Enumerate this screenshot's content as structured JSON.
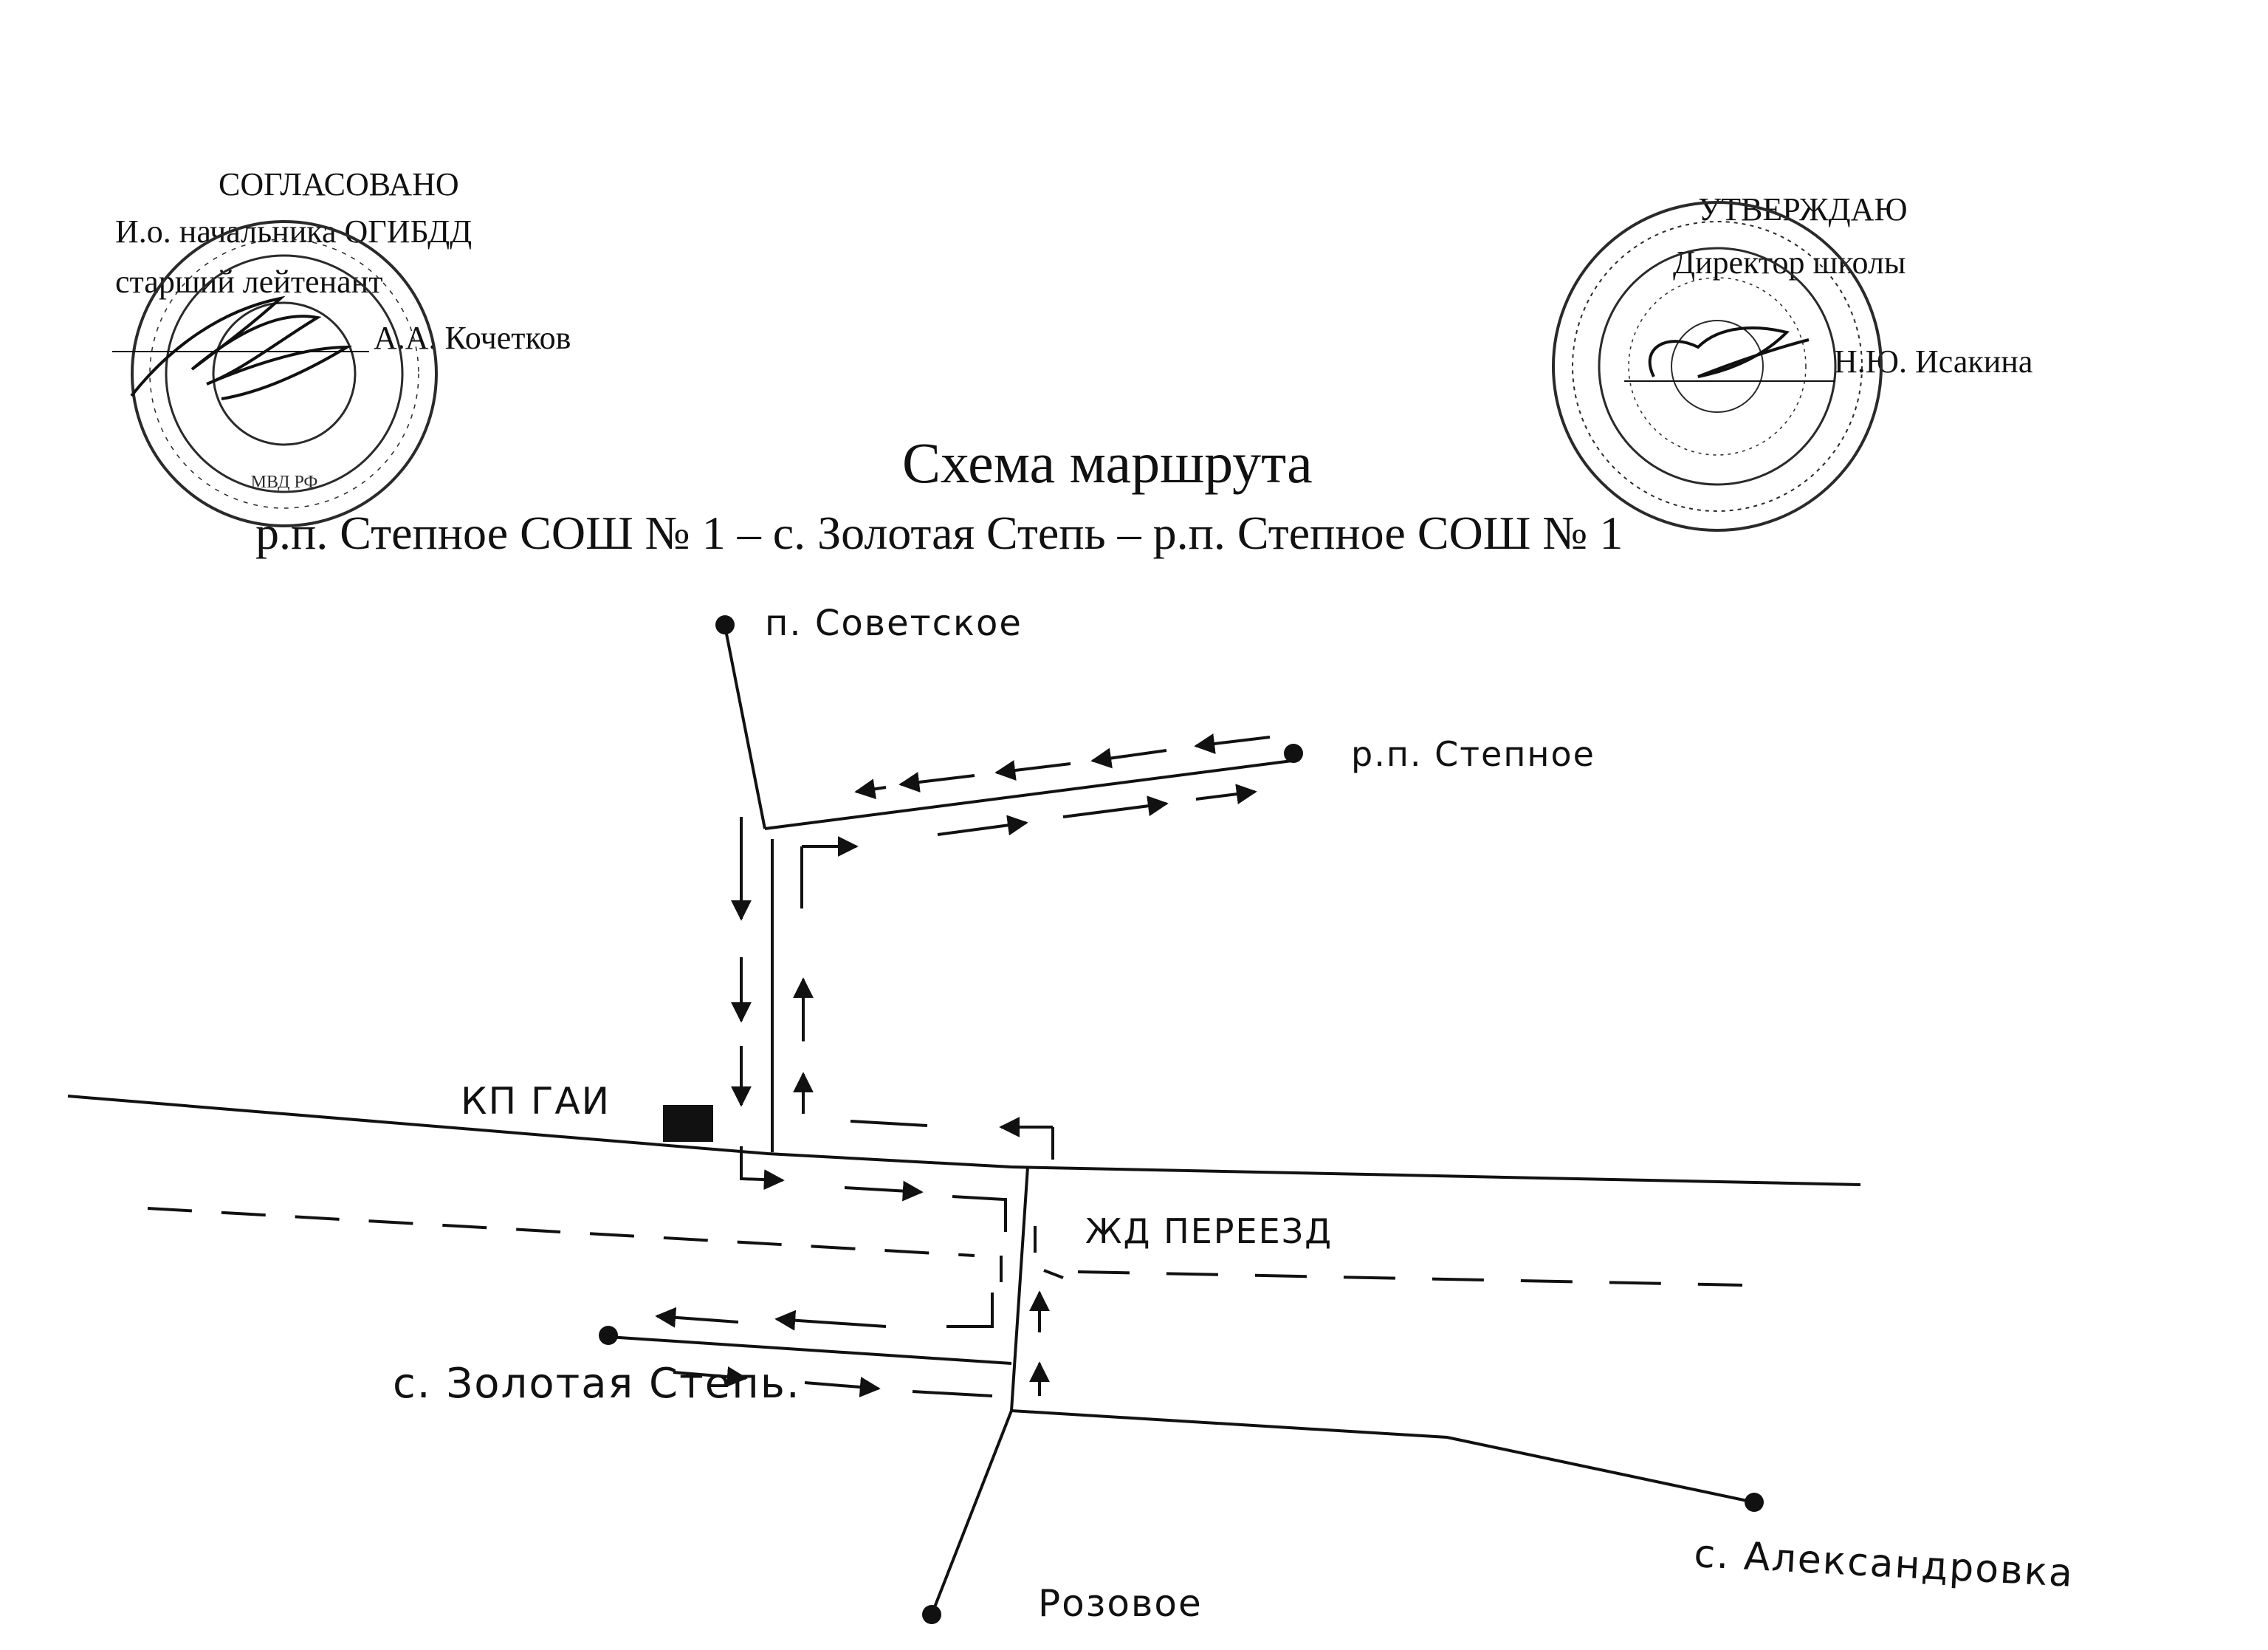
{
  "approval_left": {
    "heading": "СОГЛАСОВАНО",
    "line1": "И.о. начальника ОГИБДД",
    "line2": "старший лейтенант",
    "signatory": "А.А. Кочетков",
    "stamp_text": "МВД РФ"
  },
  "approval_right": {
    "heading": "УТВЕРЖДАЮ",
    "line1": "Директор школы",
    "signatory": "Н.Ю. Исакина"
  },
  "title": "Схема маршрута",
  "subtitle": "р.п. Степное СОШ № 1  – с. Золотая Степь – р.п. Степное СОШ № 1",
  "map_labels": {
    "sovetskoe": "п. Советское",
    "stepnoe": "р.п. Степное",
    "kp_gai": "КП ГАИ",
    "railway_crossing": "ЖД ПЕРЕЕЗД",
    "zolotaya_step": "с. Золотая Степь.",
    "aleksandrovka": "с. Александровка",
    "rozovoe": "Розовое"
  },
  "colors": {
    "ink": "#111111",
    "stamp": "#2a2a2a"
  }
}
